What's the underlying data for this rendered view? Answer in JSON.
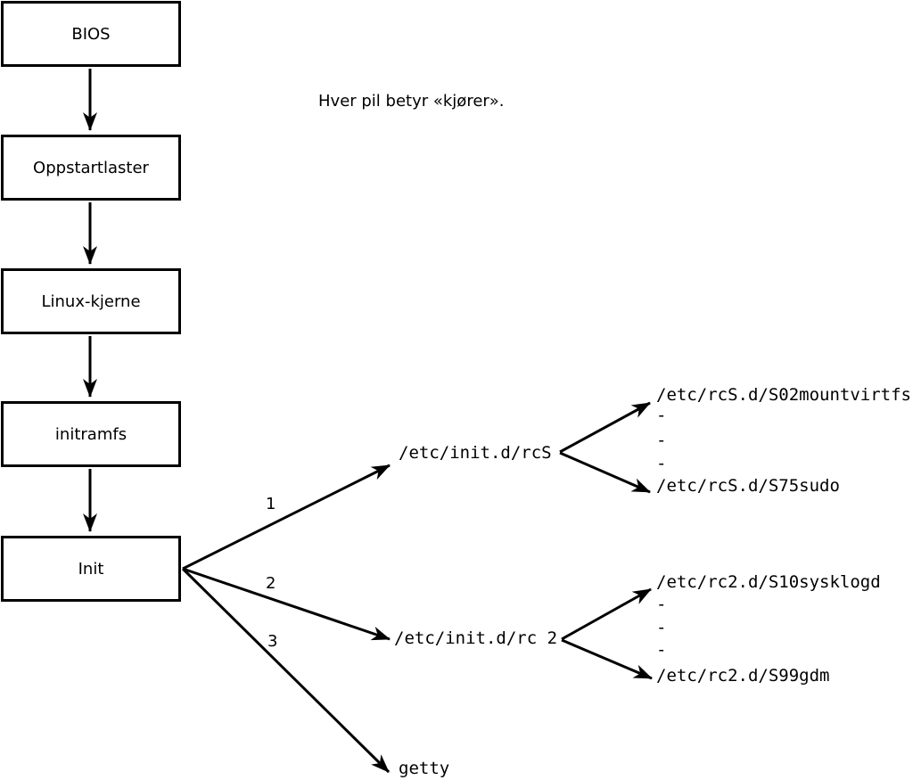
{
  "caption": "Hver pil betyr «kjører».",
  "flow_boxes": [
    {
      "id": "bios",
      "label": "BIOS"
    },
    {
      "id": "oppstartlaster",
      "label": "Oppstartlaster"
    },
    {
      "id": "linux-kjerne",
      "label": "Linux-kjerne"
    },
    {
      "id": "initramfs",
      "label": "initramfs"
    },
    {
      "id": "init",
      "label": "Init"
    }
  ],
  "init_branches": [
    {
      "label": "1",
      "target": "/etc/init.d/rcS"
    },
    {
      "label": "2",
      "target": "/etc/init.d/rc 2"
    },
    {
      "label": "3",
      "target": "getty"
    }
  ],
  "rcS_scripts": {
    "first": "/etc/rcS.d/S02mountvirtfs",
    "dashes": [
      "-",
      "-",
      "-"
    ],
    "last": "/etc/rcS.d/S75sudo"
  },
  "rc2_scripts": {
    "first": "/etc/rc2.d/S10sysklogd",
    "dashes": [
      "-",
      "-",
      "-"
    ],
    "last": "/etc/rc2.d/S99gdm"
  },
  "colors": {
    "stroke": "#000000",
    "background": "#ffffff"
  }
}
